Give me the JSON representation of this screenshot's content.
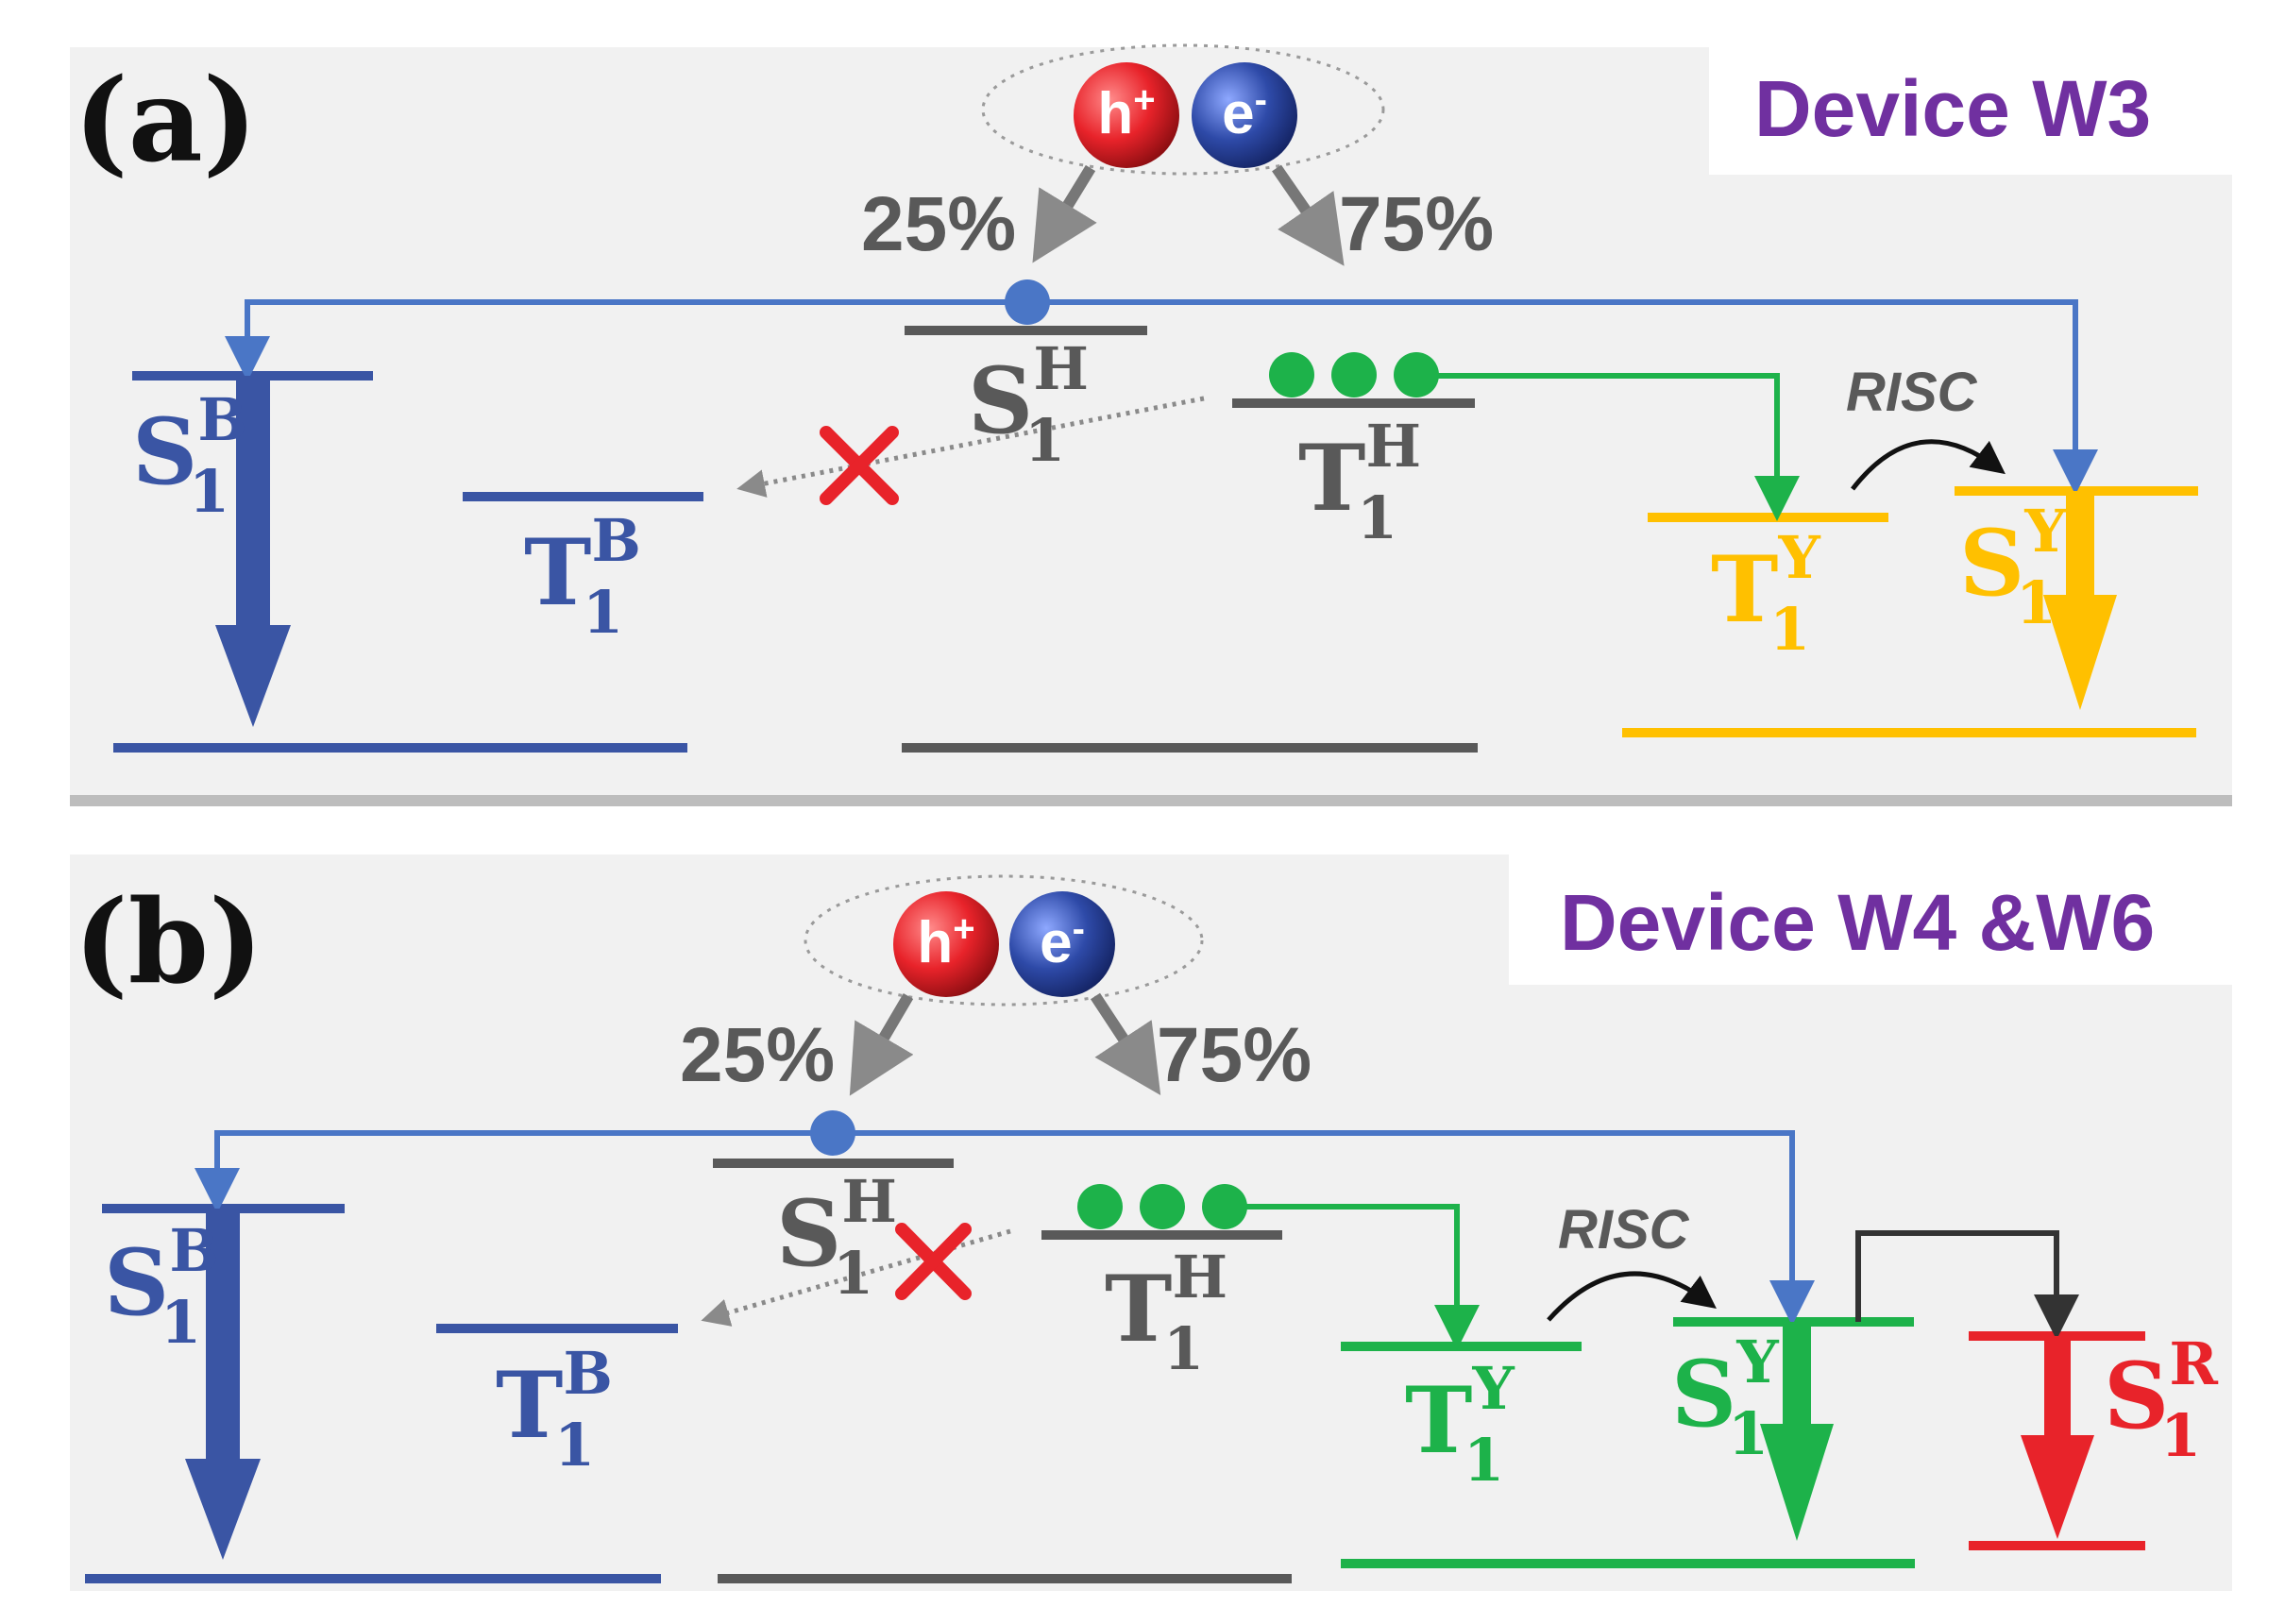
{
  "colors": {
    "blue": "#3a55a4",
    "blue_line": "#4a76c6",
    "gray": "#595959",
    "green": "#1db24a",
    "yellow": "#ffc000",
    "red": "#e8232a",
    "purple": "#7030a0",
    "hole": "#e8232a",
    "electron": "#2e4aa8"
  },
  "panel_a": {
    "letter": "(a)",
    "device": "Device W3",
    "singlet_pct": "25%",
    "triplet_pct": "75%",
    "risc": "RISC",
    "hole": {
      "main": "h",
      "sup": "+"
    },
    "electron": {
      "main": "e",
      "sup": "-"
    },
    "labels": {
      "s1b": {
        "main": "S",
        "sup": "B",
        "sub": "1"
      },
      "t1b": {
        "main": "T",
        "sup": "B",
        "sub": "1"
      },
      "s1h": {
        "main": "S",
        "sup": "H",
        "sub": "1"
      },
      "t1h": {
        "main": "T",
        "sup": "H",
        "sub": "1"
      },
      "t1y": {
        "main": "T",
        "sup": "Y",
        "sub": "1"
      },
      "s1y": {
        "main": "S",
        "sup": "Y",
        "sub": "1"
      }
    }
  },
  "panel_b": {
    "letter": "(b)",
    "device": "Device W4 &W6",
    "singlet_pct": "25%",
    "triplet_pct": "75%",
    "risc": "RISC",
    "hole": {
      "main": "h",
      "sup": "+"
    },
    "electron": {
      "main": "e",
      "sup": "-"
    },
    "labels": {
      "s1b": {
        "main": "S",
        "sup": "B",
        "sub": "1"
      },
      "t1b": {
        "main": "T",
        "sup": "B",
        "sub": "1"
      },
      "s1h": {
        "main": "S",
        "sup": "H",
        "sub": "1"
      },
      "t1h": {
        "main": "T",
        "sup": "H",
        "sub": "1"
      },
      "t1y": {
        "main": "T",
        "sup": "Y",
        "sub": "1"
      },
      "s1y": {
        "main": "S",
        "sup": "Y",
        "sub": "1"
      },
      "s1r": {
        "main": "S",
        "sup": "R",
        "sub": "1"
      }
    }
  }
}
